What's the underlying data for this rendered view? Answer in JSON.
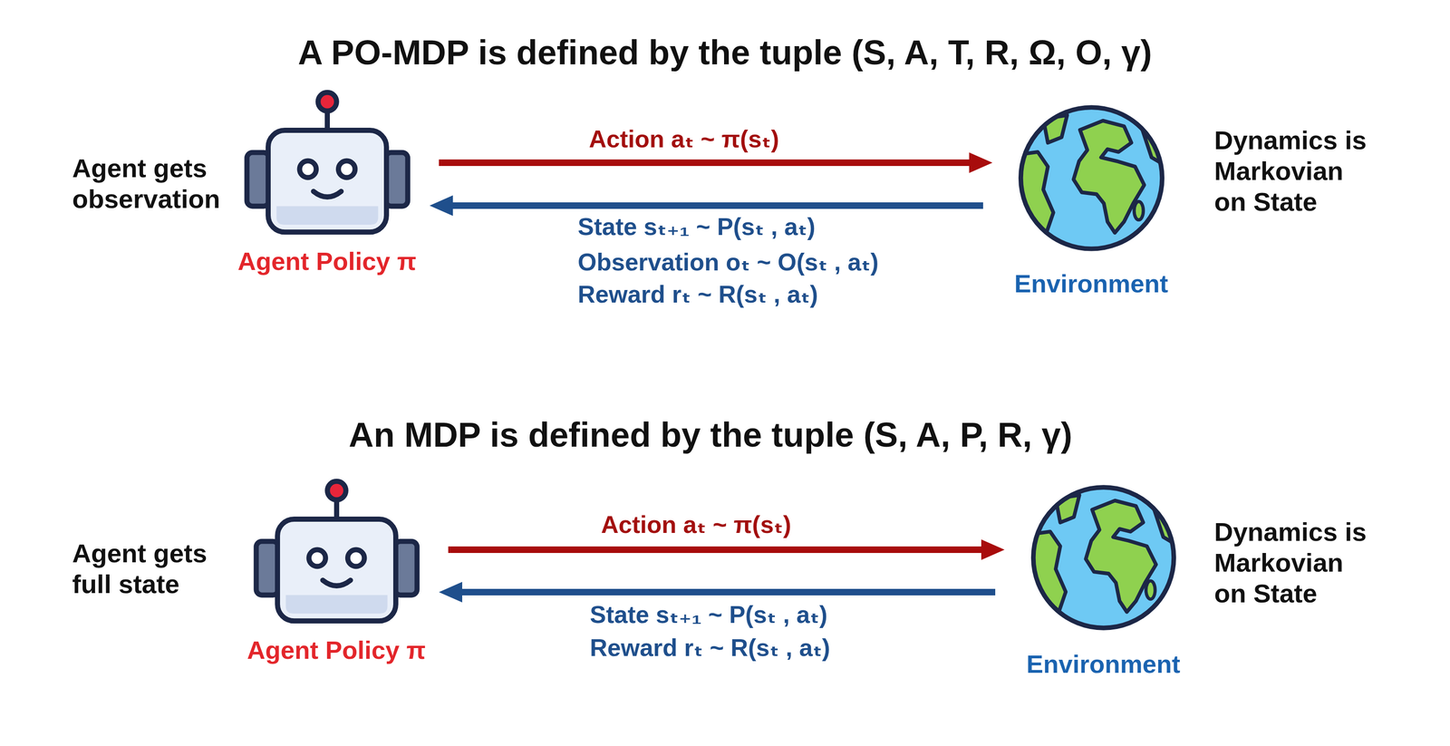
{
  "diagram": {
    "title": "A PO-MDP is defined by the tuple (S, A, T, R, Ω, O, γ)",
    "nodes": [
      {
        "text": [
          "Agent Policy π"
        ]
      },
      {
        "text": [
          "Environment"
        ]
      },
      {
        "text": [
          "Agent Policy π"
        ]
      },
      {
        "text": [
          "Environment"
        ]
      }
    ],
    "edges": [
      {
        "from": 0,
        "to": 1,
        "label": "Action aₜ ~ π(sₜ)",
        "arrow": "to"
      },
      {
        "from": 1,
        "to": 0,
        "label": "State sₜ₊₁ ~ P(sₜ , aₜ)",
        "arrow": "to"
      },
      {
        "from": 2,
        "to": 3,
        "label": "Action aₜ ~ π(sₜ)",
        "arrow": "to"
      },
      {
        "from": 3,
        "to": 2,
        "label": "State sₜ₊₁ ~ P(sₜ , aₜ)",
        "arrow": "to"
      }
    ],
    "labels": [
      "An MDP is defined by the tuple (S, A, P, R, γ)",
      "Agent gets observation",
      "Dynamics is Markovian on State",
      "Observation oₜ ~ O(sₜ , aₜ)",
      "Reward rₜ ~ R(sₜ , aₜ)",
      "Agent gets full state",
      "Dynamics is Markovian on State",
      "Reward rₜ ~ R(sₜ , aₜ)"
    ]
  }
}
